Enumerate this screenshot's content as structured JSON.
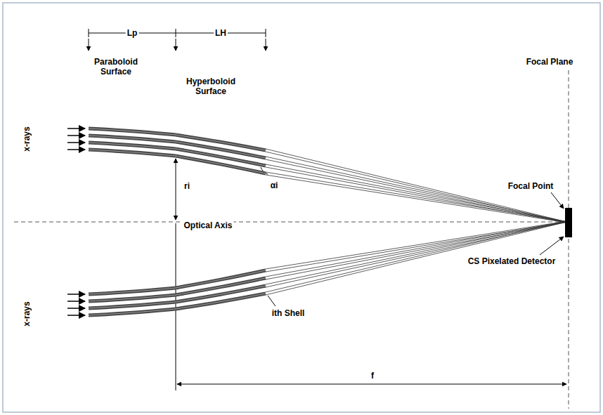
{
  "diagram": {
    "labels": [
      "Lp",
      "LH",
      "Paraboloid Surface",
      "Hyperboloid Surface",
      "Focal Plane",
      "x-rays",
      "ri",
      "αi",
      "Optical Axis",
      "Focal Point",
      "CS Pixelated Detector",
      "x-rays",
      "ith Shell",
      "f"
    ]
  }
}
